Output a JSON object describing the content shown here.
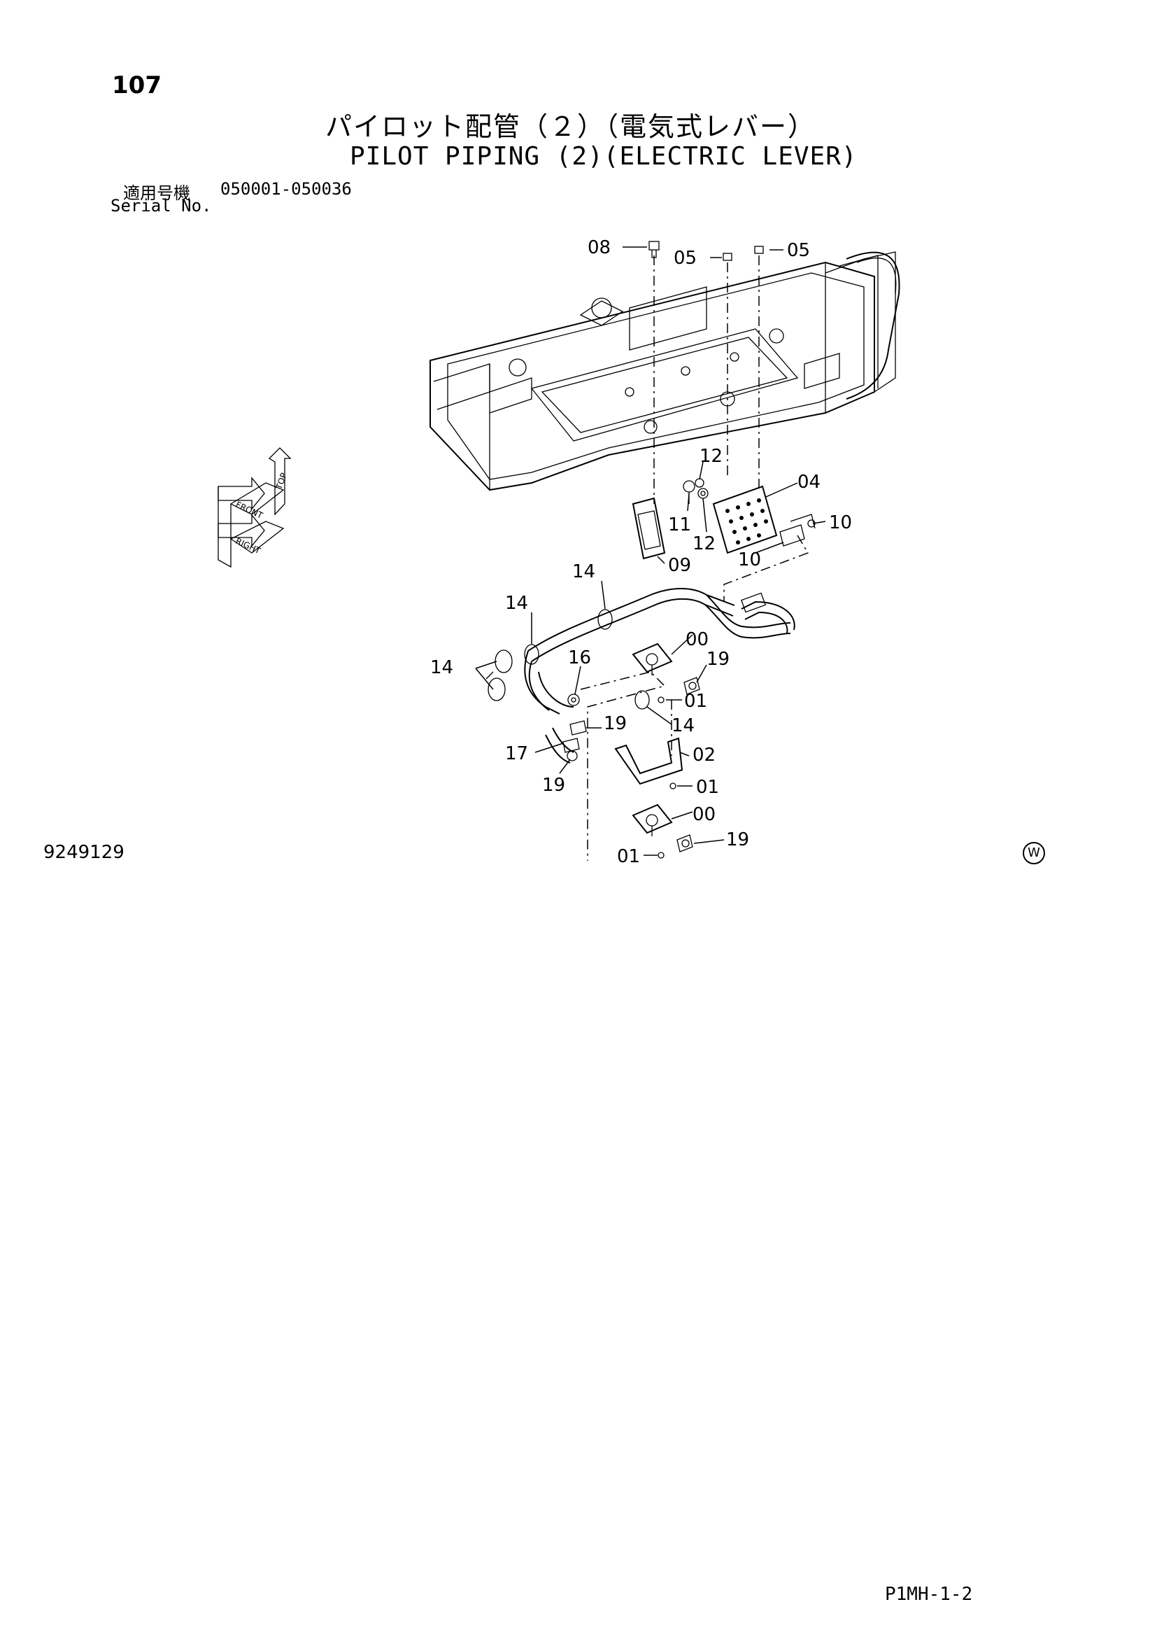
{
  "header": {
    "page_number": "107",
    "title_jp": "パイロット配管（２）（電気式レバー）",
    "title_en": "PILOT PIPING (2)(ELECTRIC LEVER)",
    "serial_label_jp": "適用号機",
    "serial_range": "050001-050036",
    "serial_label_en": "Serial No."
  },
  "orientation_labels": [
    "TOP",
    "FRONT",
    "RIGHT"
  ],
  "callouts": [
    {
      "id": "c-08",
      "label": "08"
    },
    {
      "id": "c-05a",
      "label": "05"
    },
    {
      "id": "c-05b",
      "label": "05"
    },
    {
      "id": "c-12a",
      "label": "12"
    },
    {
      "id": "c-04",
      "label": "04"
    },
    {
      "id": "c-11",
      "label": "11"
    },
    {
      "id": "c-12b",
      "label": "12"
    },
    {
      "id": "c-10a",
      "label": "10"
    },
    {
      "id": "c-10b",
      "label": "10"
    },
    {
      "id": "c-09",
      "label": "09"
    },
    {
      "id": "c-14a",
      "label": "14"
    },
    {
      "id": "c-14b",
      "label": "14"
    },
    {
      "id": "c-00a",
      "label": "00"
    },
    {
      "id": "c-19a",
      "label": "19"
    },
    {
      "id": "c-14c",
      "label": "14"
    },
    {
      "id": "c-16",
      "label": "16"
    },
    {
      "id": "c-01a",
      "label": "01"
    },
    {
      "id": "c-14d",
      "label": "14"
    },
    {
      "id": "c-19b",
      "label": "19"
    },
    {
      "id": "c-17",
      "label": "17"
    },
    {
      "id": "c-02",
      "label": "02"
    },
    {
      "id": "c-19c",
      "label": "19"
    },
    {
      "id": "c-01b",
      "label": "01"
    },
    {
      "id": "c-00b",
      "label": "00"
    },
    {
      "id": "c-19d",
      "label": "19"
    },
    {
      "id": "c-01c",
      "label": "01"
    }
  ],
  "footer": {
    "drawing_number": "9249129",
    "mark": "W",
    "page_code": "P1MH-1-2"
  }
}
